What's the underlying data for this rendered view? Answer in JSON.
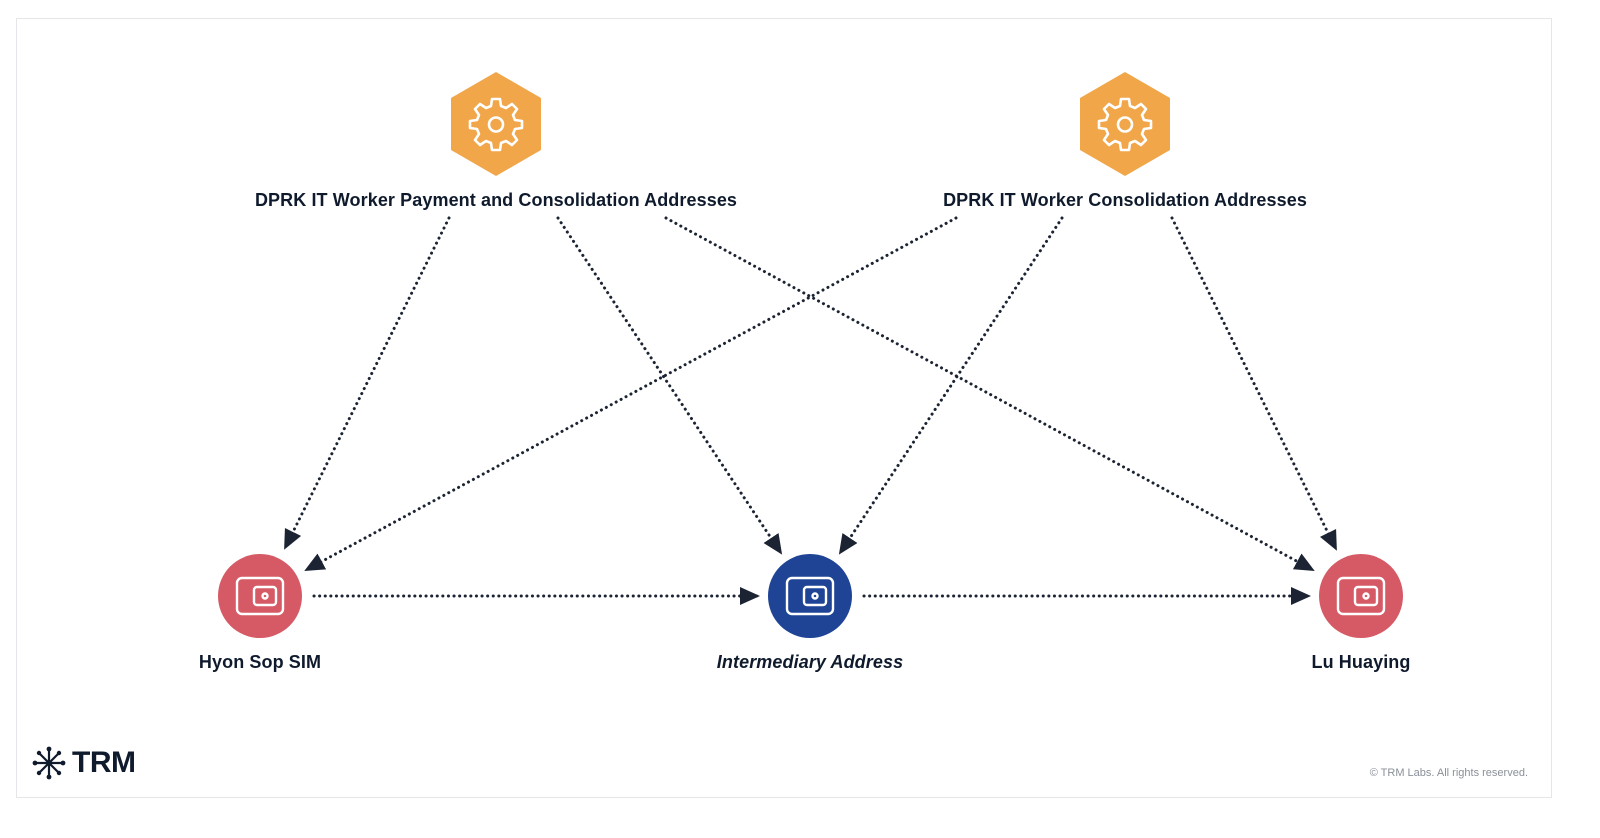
{
  "colors": {
    "hexagon": "#f1a64a",
    "red_node": "#d65a66",
    "blue_node": "#1f4496",
    "ink": "#0f1b2d",
    "edge": "#1c2433"
  },
  "sources": [
    {
      "id": "payment",
      "label": "DPRK IT Worker Payment and Consolidation Addresses",
      "icon": "gear-icon"
    },
    {
      "id": "consolidation",
      "label": "DPRK IT Worker Consolidation Addresses",
      "icon": "gear-icon"
    }
  ],
  "wallets": [
    {
      "id": "hyon",
      "label": "Hyon Sop SIM",
      "icon": "wallet-icon",
      "style": "normal"
    },
    {
      "id": "intermediary",
      "label": "Intermediary Address",
      "icon": "wallet-icon",
      "style": "italic"
    },
    {
      "id": "lu",
      "label": "Lu Huaying",
      "icon": "wallet-icon",
      "style": "normal"
    }
  ],
  "edges": [
    {
      "from": "payment",
      "to": "hyon"
    },
    {
      "from": "payment",
      "to": "intermediary"
    },
    {
      "from": "payment",
      "to": "lu"
    },
    {
      "from": "consolidation",
      "to": "hyon"
    },
    {
      "from": "consolidation",
      "to": "intermediary"
    },
    {
      "from": "consolidation",
      "to": "lu"
    },
    {
      "from": "hyon",
      "to": "intermediary"
    },
    {
      "from": "intermediary",
      "to": "lu"
    }
  ],
  "brand": {
    "name": "TRM",
    "icon": "trm-asterisk-logo-icon"
  },
  "footer": {
    "copyright": "© TRM Labs. All rights reserved."
  }
}
